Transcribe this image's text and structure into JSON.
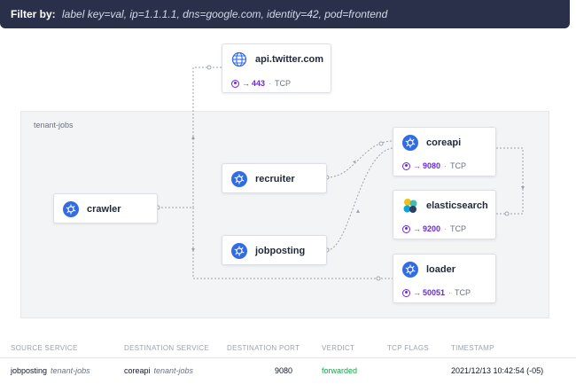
{
  "filter": {
    "label": "Filter by:",
    "query": "label key=val, ip=1.1.1.1, dns=google.com, identity=42, pod=frontend"
  },
  "namespace": {
    "label": "tenant-jobs"
  },
  "nodes": {
    "twitter": {
      "title": "api.twitter.com",
      "port": "443",
      "protocol": "TCP",
      "icon": "globe-icon"
    },
    "crawler": {
      "title": "crawler",
      "icon": "kubernetes-icon"
    },
    "recruiter": {
      "title": "recruiter",
      "icon": "kubernetes-icon"
    },
    "jobposting": {
      "title": "jobposting",
      "icon": "kubernetes-icon"
    },
    "coreapi": {
      "title": "coreapi",
      "port": "9080",
      "protocol": "TCP",
      "icon": "kubernetes-icon"
    },
    "elasticsearch": {
      "title": "elasticsearch",
      "port": "9200",
      "protocol": "TCP",
      "icon": "elasticsearch-icon"
    },
    "loader": {
      "title": "loader",
      "port": "50051",
      "protocol": "TCP",
      "icon": "kubernetes-icon"
    }
  },
  "port_arrow": "→",
  "port_sep": "·",
  "table": {
    "headers": [
      "SOURCE SERVICE",
      "DESTINATION SERVICE",
      "DESTINATION PORT",
      "VERDICT",
      "TCP FLAGS",
      "TIMESTAMP"
    ],
    "rows": [
      {
        "source": "jobposting",
        "source_ns": "tenant-jobs",
        "destination": "coreapi",
        "destination_ns": "tenant-jobs",
        "port": "9080",
        "verdict": "forwarded",
        "tcp_flags": "",
        "timestamp": "2021/12/13  10:42:54 (-05)"
      }
    ]
  },
  "colors": {
    "filter_bg": "#2a3049",
    "accent": "#6d28d9",
    "k8s_blue": "#326ce5",
    "forwarded": "#16a34a"
  }
}
